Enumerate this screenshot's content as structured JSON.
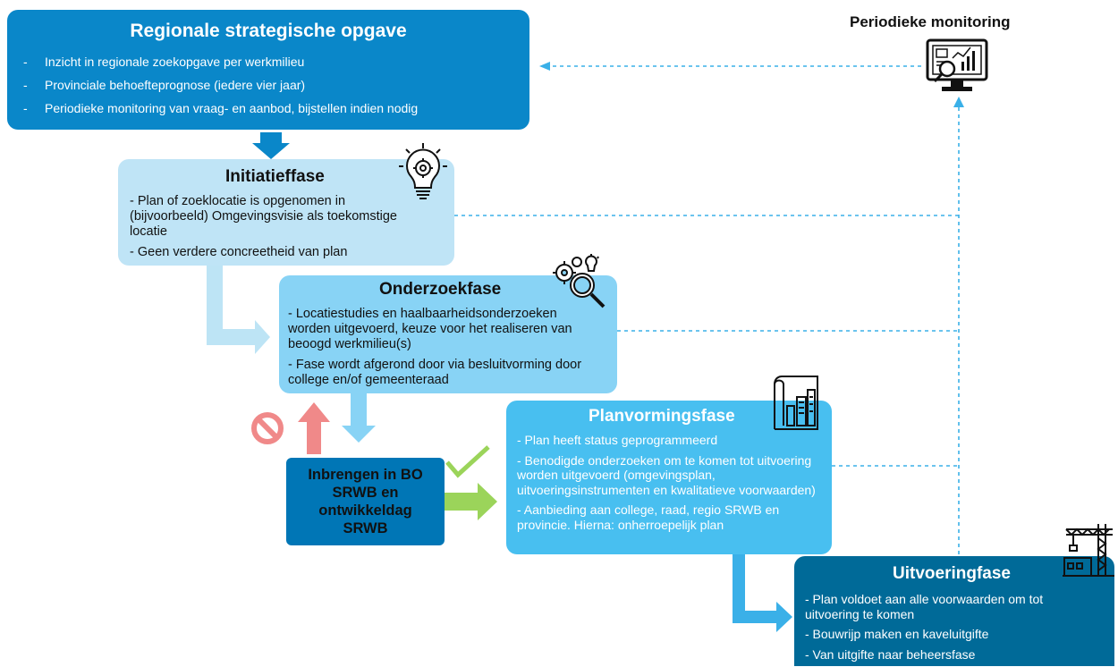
{
  "monitoring": {
    "title": "Periodieke monitoring",
    "icon": "monitoring-screen-icon"
  },
  "regionale": {
    "title": "Regionale strategische opgave",
    "items": [
      "Inzicht in regionale zoekopgave per werkmilieu",
      "Provinciale behoefteprognose (iedere vier jaar)",
      "Periodieke monitoring van vraag- en aanbod, bijstellen indien nodig"
    ],
    "bullet": "-"
  },
  "initiatief": {
    "title": "Initiatieffase",
    "icon": "lightbulb-gear-icon",
    "items": [
      "- Plan of zoeklocatie is opgenomen in (bijvoorbeeld) Omgevingsvisie als toekomstige locatie",
      "- Geen verdere concreetheid van plan"
    ]
  },
  "onderzoek": {
    "title": "Onderzoekfase",
    "icon": "gears-magnifier-icon",
    "items": [
      "- Locatiestudies en haalbaarheidsonderzoeken worden uitgevoerd, keuze voor het realiseren van beoogd werkmilieu(s)",
      "- Fase wordt afgerond door via besluitvorming door college en/of gemeenteraad"
    ]
  },
  "inbrengen": {
    "title": "Inbrengen in BO SRWB en ontwikkeldag SRWB"
  },
  "planvorming": {
    "title": "Planvormingsfase",
    "icon": "city-plan-icon",
    "items": [
      "- Plan heeft status geprogrammeerd",
      "- Benodigde onderzoeken om te komen tot uitvoering worden uitgevoerd (omgevingsplan, uitvoeringsinstrumenten en kwalitatieve voorwaarden)",
      "- Aanbieding aan college, raad, regio SRWB en provincie. Hierna: onherroepelijk plan"
    ]
  },
  "uitvoering": {
    "title": "Uitvoeringfase",
    "icon": "construction-crane-icon",
    "items": [
      "- Plan voldoet aan alle voorwaarden om tot uitvoering te komen",
      "- Bouwrijp maken en kaveluitgifte",
      "- Van uitgifte naar beheersfase"
    ]
  },
  "colors": {
    "regionale": "#0a87c9",
    "initiatief": "#bfe4f6",
    "onderzoek": "#88d3f5",
    "inbrengen": "#0076b6",
    "planvorming": "#48bff0",
    "uitvoering": "#006a98",
    "connector_blue": "#3ab0e8",
    "connector_light": "#bde4f5",
    "stop_red": "#f08989",
    "approve_green": "#9bd45a"
  }
}
